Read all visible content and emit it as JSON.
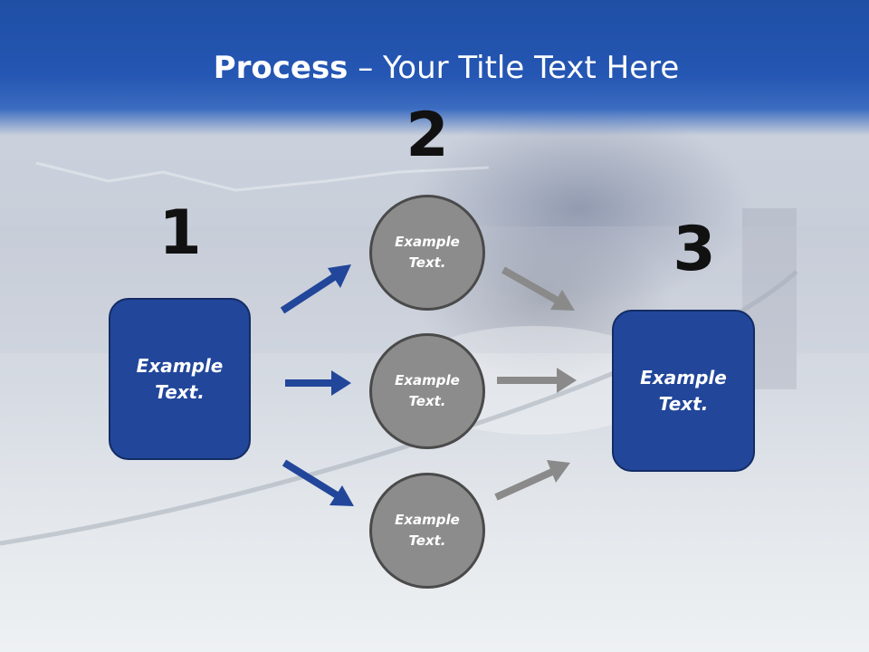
{
  "title": {
    "bold": "Process",
    "rest": " – Your Title Text Here"
  },
  "steps": {
    "one": "1",
    "two": "2",
    "three": "3"
  },
  "nodes": {
    "left_box": "Example Text.",
    "circle_top": "Example Text.",
    "circle_middle": "Example Text.",
    "circle_bottom": "Example Text.",
    "right_box": "Example Text."
  },
  "colors": {
    "box_fill": "#22469a",
    "circle_fill": "#8c8c8c",
    "arrow_blue": "#22469a",
    "arrow_gray": "#8a8a8a",
    "title_bar": "#2456b3"
  }
}
